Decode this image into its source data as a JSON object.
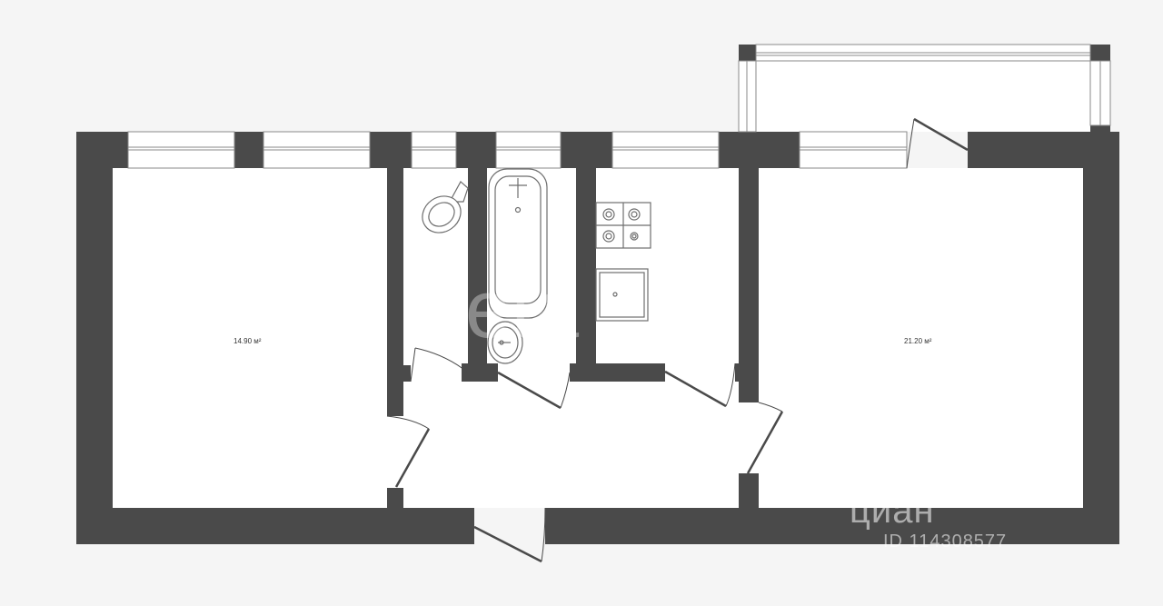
{
  "rooms": {
    "left": {
      "area": "14.90 м²"
    },
    "right": {
      "area": "21.20 м²"
    }
  },
  "watermark": {
    "brand": "циан",
    "id": "ID 114308577",
    "center": "eta"
  },
  "colors": {
    "wall": "#4a4a4a",
    "floor": "#ffffff",
    "background": "#f5f5f5",
    "fixture_line": "#6e6e6e"
  }
}
